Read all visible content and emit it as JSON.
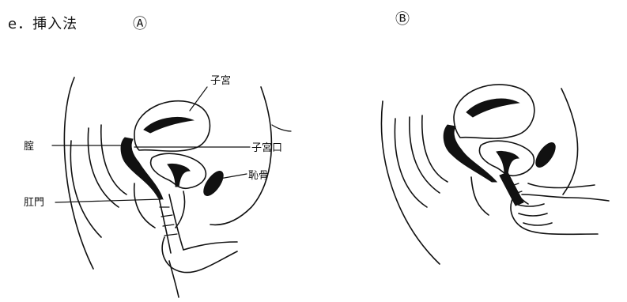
{
  "header": {
    "section_title": "e．挿入法",
    "panel_a": "Ⓐ",
    "panel_b": "Ⓑ"
  },
  "labels": {
    "uterus": "子宮",
    "vagina": "腟",
    "cervix": "子宮口",
    "pubic_bone": "恥骨",
    "anus": "肛門"
  }
}
